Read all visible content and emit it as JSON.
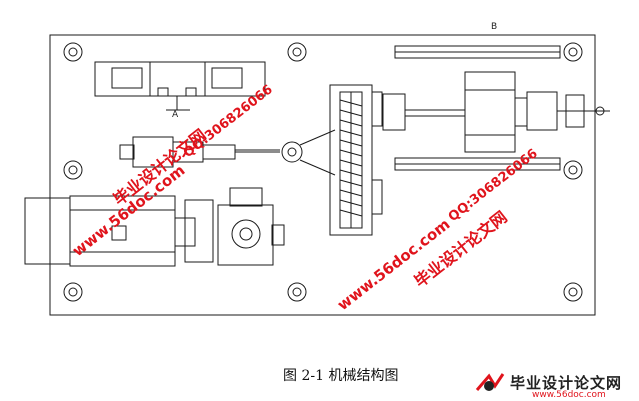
{
  "caption": "图 2-1  机械结构图",
  "labels": {
    "a": "A",
    "b": "B"
  },
  "watermarks": {
    "site1": "毕业设计论文网",
    "qq1": "QQ:306826066",
    "url1": "www.56doc.com",
    "url2": "www.56doc.com",
    "qq2": "QQ:306826066",
    "site2": "毕业设计论文网"
  },
  "logo": {
    "text": "毕业设计论文网",
    "url": "www.56doc.com"
  },
  "colors": {
    "line": "#1a1a1a",
    "watermark": "#e0141c",
    "background": "#ffffff"
  }
}
